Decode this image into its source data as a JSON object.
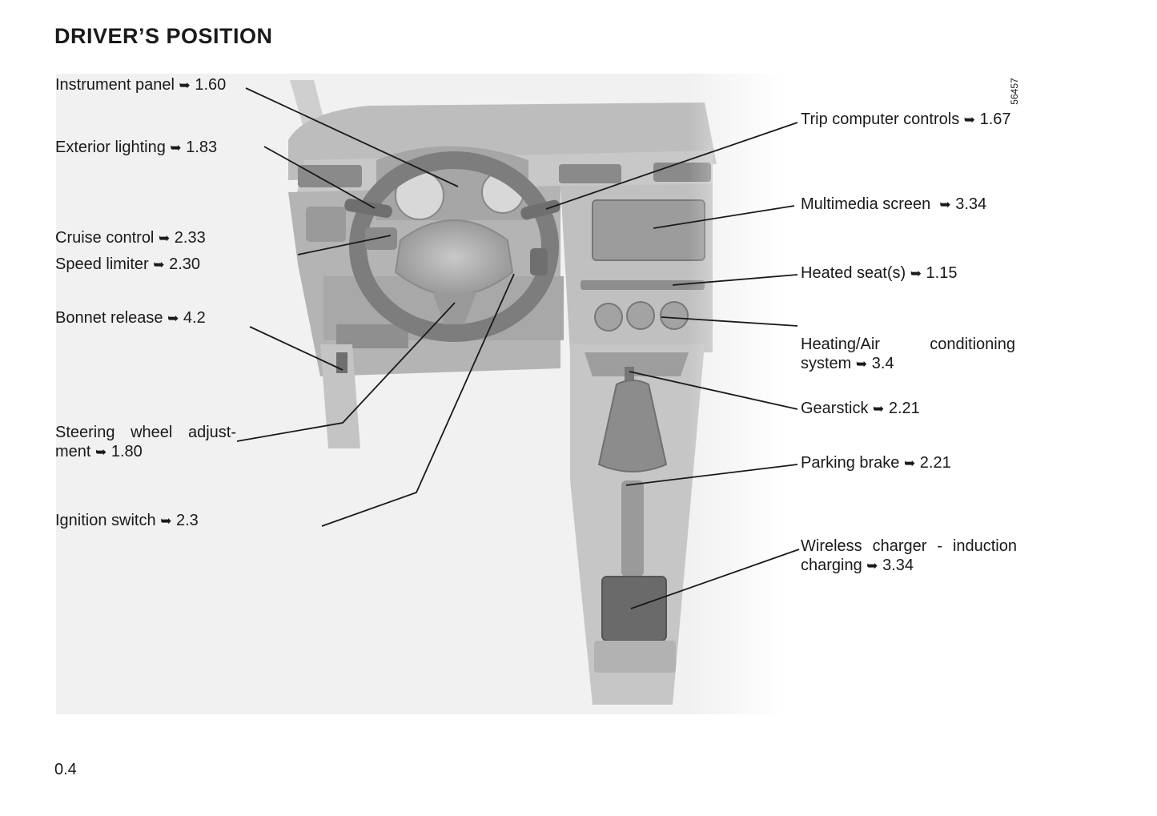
{
  "page": {
    "title": "DRIVER’S POSITION",
    "figure_code": "56457",
    "page_number": "0.4"
  },
  "arrow_glyph": "➥",
  "labels": [
    {
      "id": "instrument-panel",
      "text": "Instrument panel",
      "ref": "1.60"
    },
    {
      "id": "exterior-lighting",
      "text": "Exterior lighting",
      "ref": "1.83"
    },
    {
      "id": "cruise-control",
      "text": "Cruise control",
      "ref": "2.33"
    },
    {
      "id": "speed-limiter",
      "text": "Speed limiter",
      "ref": "2.30"
    },
    {
      "id": "bonnet-release",
      "text": "Bonnet release",
      "ref": "4.2"
    },
    {
      "id": "steering-wheel-adjustment",
      "text": "Steering wheel adjust-ment",
      "ref": "1.80"
    },
    {
      "id": "ignition-switch",
      "text": "Ignition switch",
      "ref": "2.3"
    },
    {
      "id": "trip-computer-controls",
      "text": "Trip computer controls",
      "ref": "1.67"
    },
    {
      "id": "multimedia-screen",
      "text": "Multimedia screen",
      "ref": "3.34"
    },
    {
      "id": "heated-seats",
      "text": "Heated seat(s)",
      "ref": "1.15"
    },
    {
      "id": "heating-air-conditioning",
      "text": "Heating/Air conditioning system",
      "ref": "3.4"
    },
    {
      "id": "gearstick",
      "text": "Gearstick",
      "ref": "2.21"
    },
    {
      "id": "parking-brake",
      "text": "Parking brake",
      "ref": "2.21"
    },
    {
      "id": "wireless-charger",
      "text": "Wireless charger - induction charging",
      "ref": "3.34"
    }
  ]
}
